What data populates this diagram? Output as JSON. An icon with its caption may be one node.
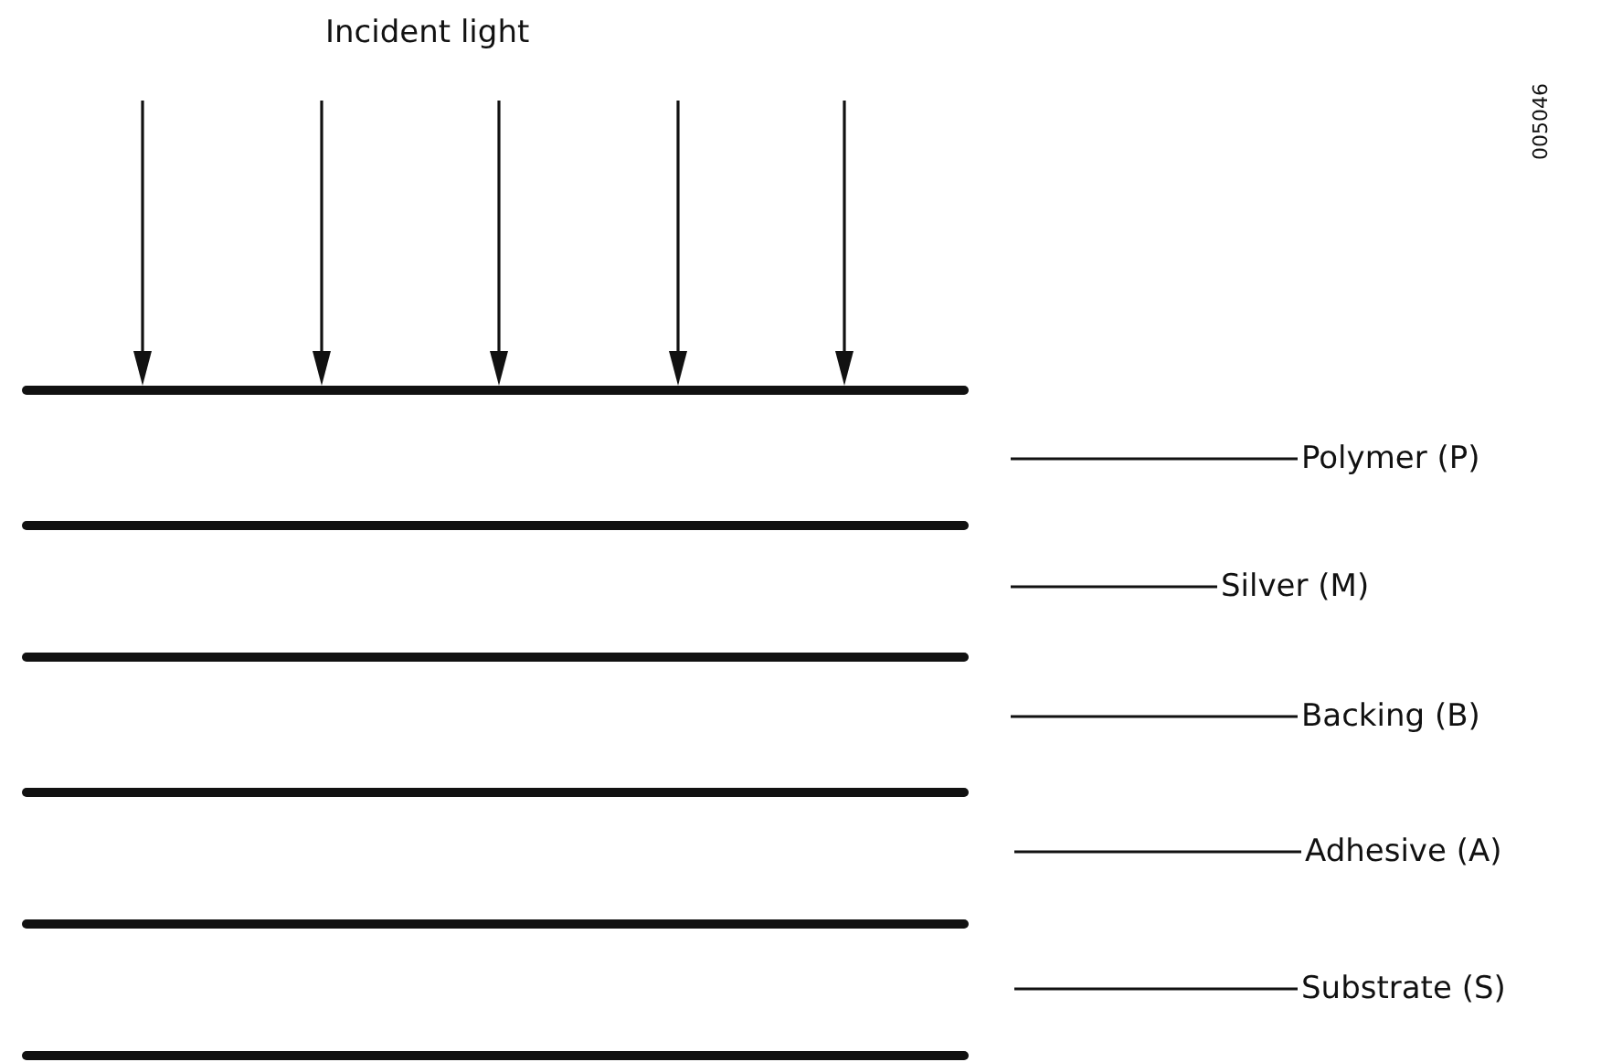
{
  "diagram": {
    "nodes": [
      {
        "text": [
          "Polymer (P)"
        ]
      },
      {
        "text": [
          "Silver (M)"
        ]
      },
      {
        "text": [
          "Backing (B)"
        ]
      },
      {
        "text": [
          "Adhesive (A)"
        ]
      },
      {
        "text": [
          "Substrate (S)"
        ]
      }
    ],
    "edges": [
      {
        "from": 0,
        "to": null,
        "arrow": "none"
      },
      {
        "from": 1,
        "to": null,
        "arrow": "none"
      },
      {
        "from": 2,
        "to": null,
        "arrow": "none"
      },
      {
        "from": 3,
        "to": null,
        "arrow": "none"
      },
      {
        "from": 4,
        "to": null,
        "arrow": "none"
      }
    ],
    "labels": [
      "Incident light",
      "005046"
    ]
  }
}
